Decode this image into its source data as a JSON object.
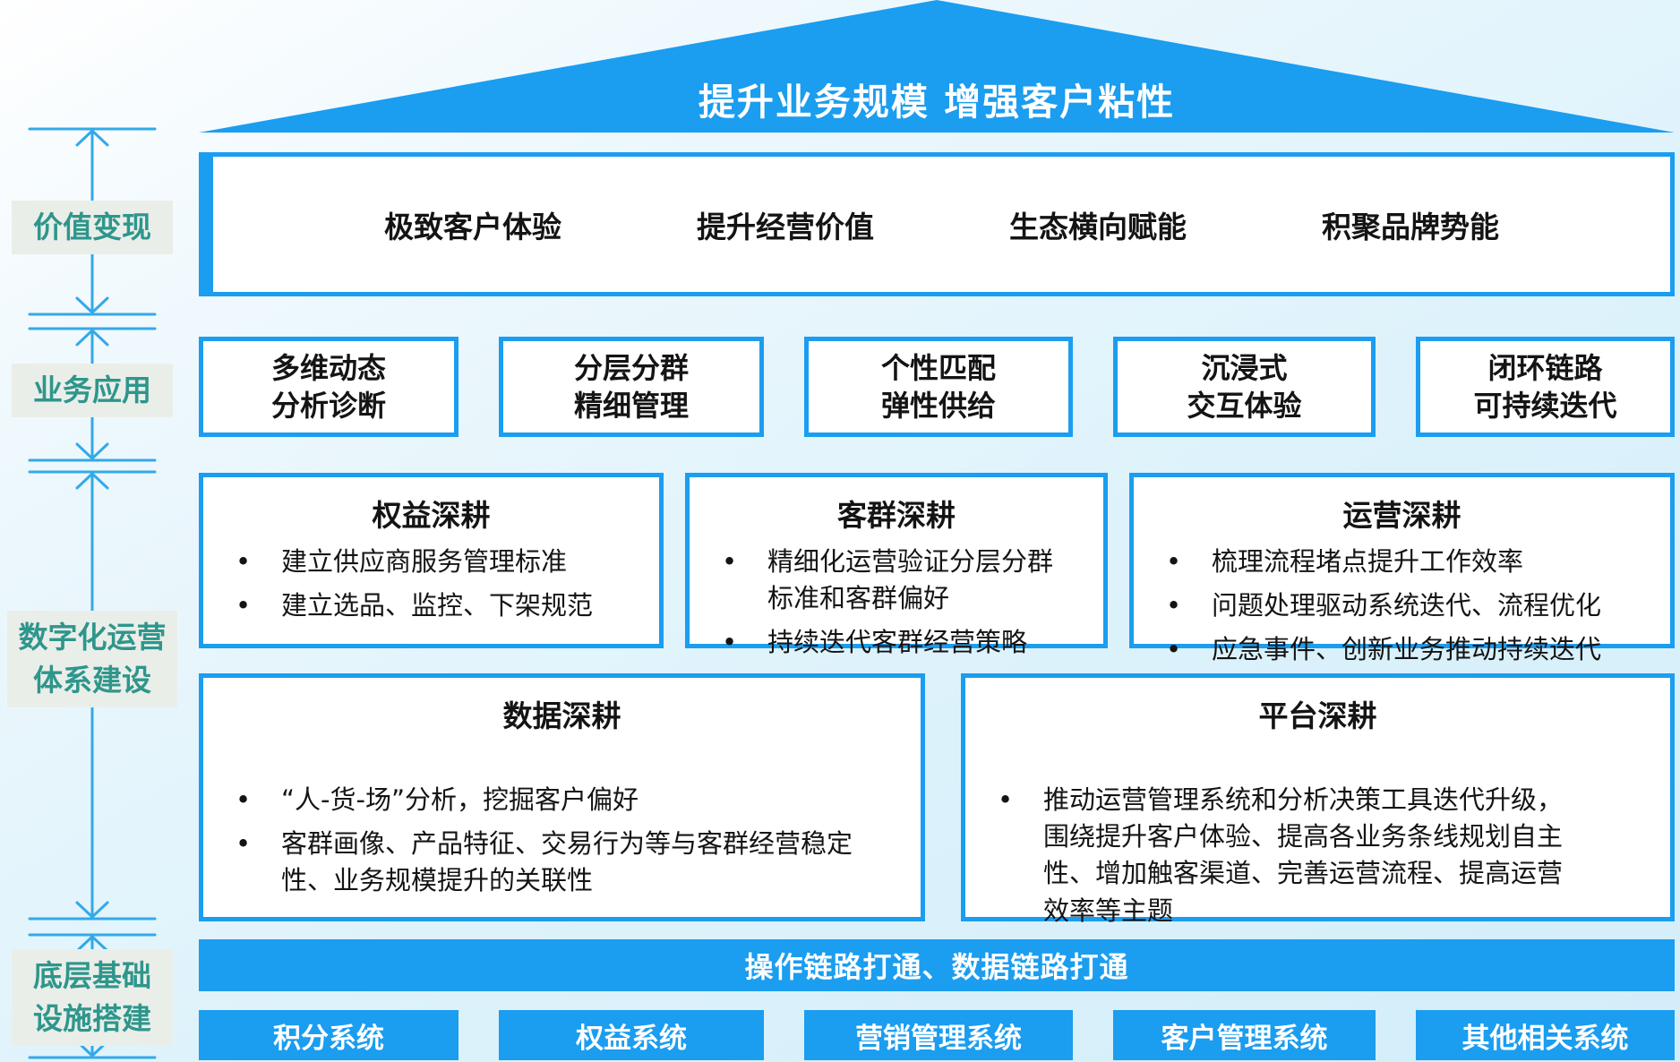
{
  "palette": {
    "primary_blue": "#1b9df0",
    "arrow_blue": "#33a9e8",
    "rail_text_teal": "#2e968c",
    "rail_label_bg": "#eaeee9",
    "text_dark": "#141414",
    "box_bg": "#ffffff",
    "background_tint": "#ddf2fb"
  },
  "roof": {
    "title": "提升业务规模 增强客户粘性"
  },
  "left_rail": {
    "items": [
      {
        "lines": [
          "价值变现"
        ]
      },
      {
        "lines": [
          "业务应用"
        ]
      },
      {
        "lines": [
          "数字化运营",
          "体系建设"
        ]
      },
      {
        "lines": [
          "底层基础",
          "设施搭建"
        ]
      }
    ]
  },
  "value_row": {
    "items": [
      "极致客户体验",
      "提升经营价值",
      "生态横向赋能",
      "积聚品牌势能"
    ]
  },
  "app_row": {
    "items": [
      {
        "line1": "多维动态",
        "line2": "分析诊断"
      },
      {
        "line1": "分层分群",
        "line2": "精细管理"
      },
      {
        "line1": "个性匹配",
        "line2": "弹性供给"
      },
      {
        "line1": "沉浸式",
        "line2": "交互体验"
      },
      {
        "line1": "闭环链路",
        "line2": "可持续迭代"
      }
    ]
  },
  "deepdive_row1": {
    "cards": [
      {
        "title": "权益深耕",
        "bullets": [
          "建立供应商服务管理标准",
          "建立选品、监控、下架规范"
        ]
      },
      {
        "title": "客群深耕",
        "bullets": [
          "精细化运营验证分层分群标准和客群偏好",
          "持续迭代客群经营策略"
        ]
      },
      {
        "title": "运营深耕",
        "bullets": [
          "梳理流程堵点提升工作效率",
          "问题处理驱动系统迭代、流程优化",
          "应急事件、创新业务推动持续迭代"
        ]
      }
    ]
  },
  "deepdive_row2": {
    "cards": [
      {
        "title": "数据深耕",
        "bullets": [
          "“人-货-场”分析，挖掘客户偏好",
          "客群画像、产品特征、交易行为等与客群经营稳定性、业务规模提升的关联性"
        ]
      },
      {
        "title": "平台深耕",
        "bullets": [
          "推动运营管理系统和分析决策工具迭代升级，围绕提升客户体验、提高各业务条线规划自主性、增加触客渠道、完善运营流程、提高运营效率等主题"
        ]
      }
    ]
  },
  "foundation": {
    "bar_label": "操作链路打通、数据链路打通",
    "systems": [
      "积分系统",
      "权益系统",
      "营销管理系统",
      "客户管理系统",
      "其他相关系统"
    ]
  }
}
